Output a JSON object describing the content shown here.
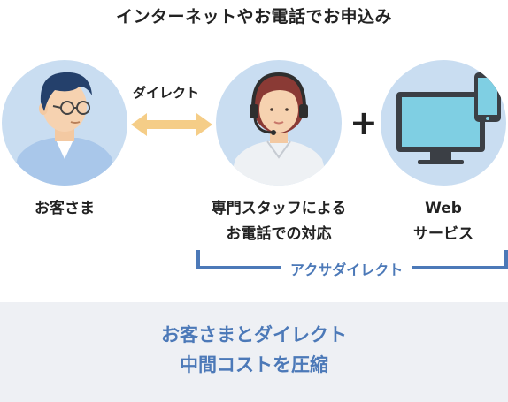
{
  "title": "インターネットやお電話でお申込み",
  "customer": {
    "label": "お客さま"
  },
  "staff": {
    "label_line1": "専門スタッフによる",
    "label_line2": "お電話での対応"
  },
  "web": {
    "label_line1": "Web",
    "label_line2": "サービス"
  },
  "direct_arrow": {
    "label": "ダイレクト"
  },
  "plus_sign": "+",
  "bracket": {
    "label": "アクサダイレクト"
  },
  "bottom_panel": {
    "line1": "お客さまとダイレクト",
    "line2": "中間コストを圧縮"
  },
  "colors": {
    "accent_blue": "#4c79b8",
    "circle_bg": "#c9ddf1",
    "arrow": "#f5cd87",
    "panel_bg": "#eef0f4"
  }
}
